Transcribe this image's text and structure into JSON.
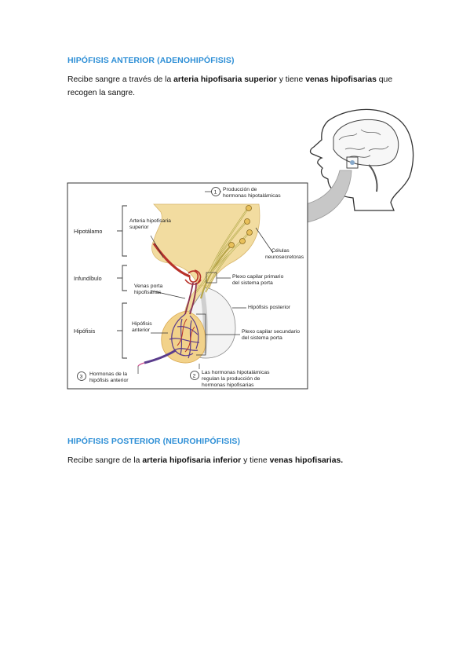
{
  "section1": {
    "heading": "HIPÓFISIS ANTERIOR (ADENOHIPÓFISIS)",
    "para": {
      "t1": "Recibe sangre a través de la ",
      "b1": "arteria hipofisaria superior",
      "t2": " y tiene ",
      "b2": "venas hipofisarias",
      "t3": " que recogen la sangre."
    }
  },
  "figure": {
    "step1": {
      "num": "1",
      "line1": "Producción de",
      "line2": "hormonas hipotalámicas"
    },
    "step2": {
      "num": "2",
      "line1": "Las hormonas hipotalámicas",
      "line2": "regulan la producción de",
      "line3": "hormonas hipofisarias"
    },
    "step3": {
      "num": "3",
      "line1": "Hormonas de la",
      "line2": "hipófisis anterior"
    },
    "left_labels": {
      "hipotalamo": "Hipotálamo",
      "infundibulo": "Infundíbulo",
      "hipofisis": "Hipófisis"
    },
    "inner_labels": {
      "arteria1": "Arteria hipofisaria",
      "arteria2": "superior",
      "venas1": "Venas porta",
      "venas2": "hipofisarias",
      "anterior1": "Hipófisis",
      "anterior2": "anterior"
    },
    "right_labels": {
      "celulas1": "Células",
      "celulas2": "neurosecretoras",
      "plexo1a": "Plexo capilar primario",
      "plexo1b": "del sistema porta",
      "posterior": "Hipófisis posterior",
      "plexo2a": "Plexo capilar secundario",
      "plexo2b": "del sistema porta"
    }
  },
  "section2": {
    "heading": "HIPÓFISIS POSTERIOR (NEUROHIPÓFISIS)",
    "para": {
      "t1": "Recibe sangre de la ",
      "b1": "arteria hipofisaria inferior",
      "t2": " y tiene ",
      "b2": "venas hipofisarias."
    }
  },
  "colors": {
    "heading": "#2e8fd6",
    "artery": "#b8322a",
    "vein": "#5a3c8c",
    "tissue": "#f2dca0",
    "posterior": "#f3f3f3"
  }
}
